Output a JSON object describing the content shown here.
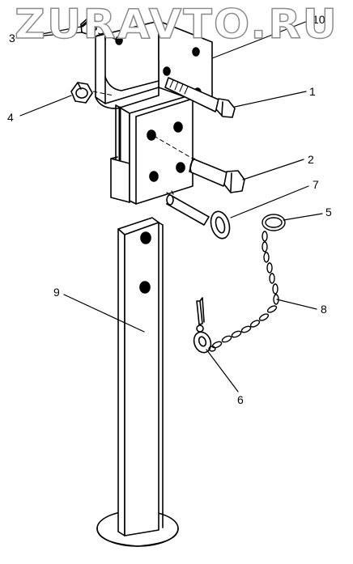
{
  "watermark": {
    "text": "ZURAVTO.RU"
  },
  "callouts": [
    {
      "id": "1",
      "label": "1"
    },
    {
      "id": "2",
      "label": "2"
    },
    {
      "id": "3",
      "label": "3"
    },
    {
      "id": "4",
      "label": "4"
    },
    {
      "id": "5",
      "label": "5"
    },
    {
      "id": "6",
      "label": "6"
    },
    {
      "id": "7",
      "label": "7"
    },
    {
      "id": "8",
      "label": "8"
    },
    {
      "id": "9",
      "label": "9"
    },
    {
      "id": "10",
      "label": "10"
    }
  ],
  "colors": {
    "line": "#000000",
    "background": "#ffffff",
    "watermark_outline": "#8a8a8a"
  }
}
